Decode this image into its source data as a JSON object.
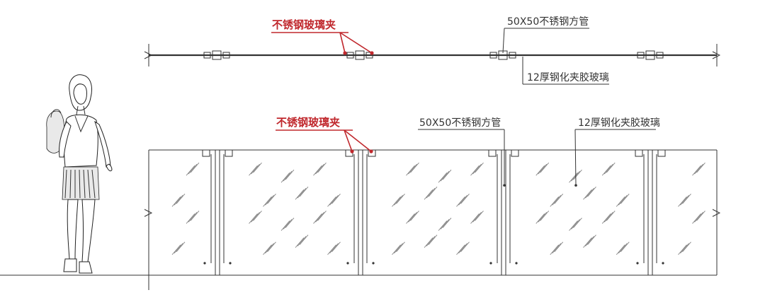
{
  "plan_view": {
    "label_clip": "不锈钢玻璃夹",
    "label_tube": "50X50不锈钢方管",
    "label_glass": "12厚钢化夹胶玻璃"
  },
  "elevation_view": {
    "label_clip": "不锈钢玻璃夹",
    "label_tube": "50X50不锈钢方管",
    "label_glass": "12厚钢化夹胶玻璃",
    "panel_count": 5
  },
  "colors": {
    "annotation_red": "#c0282d",
    "line": "#333333"
  }
}
